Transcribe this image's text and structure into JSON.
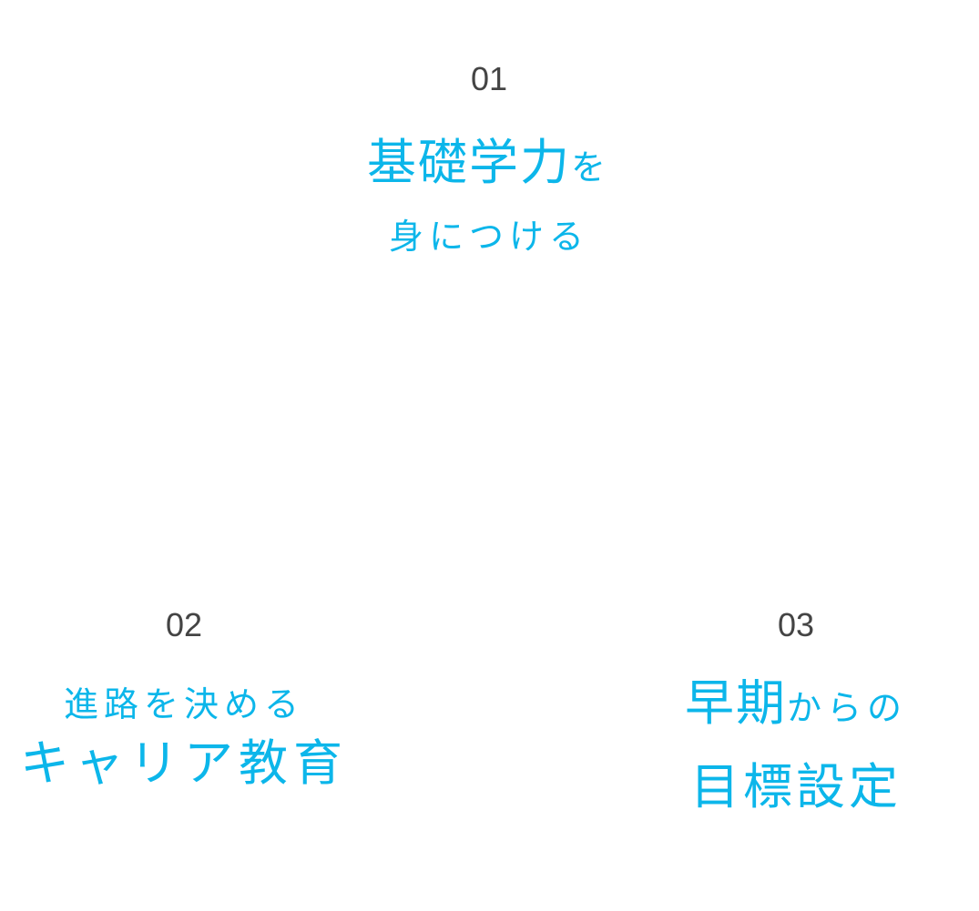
{
  "items": [
    {
      "number": "01",
      "line1_main": "基礎学力",
      "line1_small": "を",
      "line2_small": "身につける"
    },
    {
      "number": "02",
      "line1_small": "進路を決める",
      "line2_main": "キャリア教育"
    },
    {
      "number": "03",
      "line1_main": "早期",
      "line1_small": "からの",
      "line2_main": "目標設定"
    }
  ],
  "colors": {
    "accent": "#0cb6ea",
    "number": "#444444"
  }
}
